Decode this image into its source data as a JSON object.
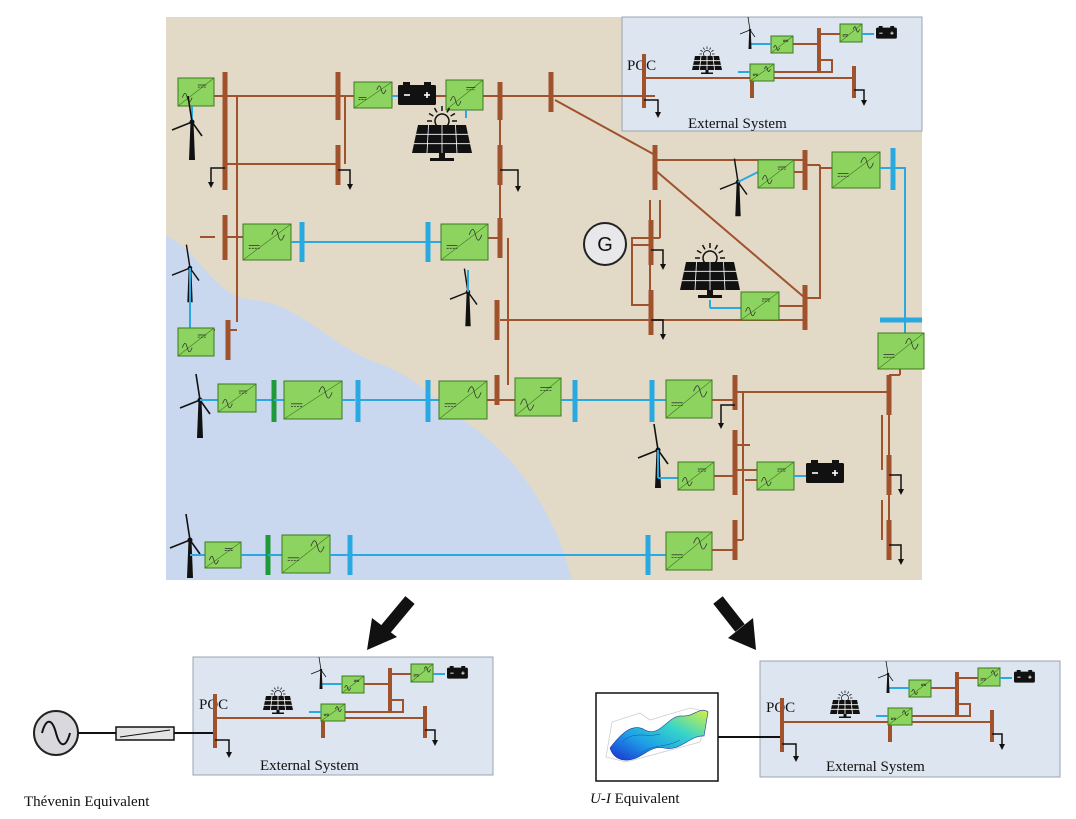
{
  "main_diagram": {
    "poc_label": "POC",
    "external_system_label": "External System",
    "generator_label": "G"
  },
  "thevenin_panel": {
    "poc_label": "POC",
    "external_system_label": "External System",
    "caption": "Thévenin Equivalent"
  },
  "ui_panel": {
    "poc_label": "POC",
    "external_system_label": "External System",
    "caption_italic": "U-I",
    "caption_rest": " Equivalent"
  },
  "colors": {
    "land": "#e2dac7",
    "sea": "#c9d8ee",
    "external_box": "#dde5f0",
    "line_ac": "#a0522d",
    "line_dc": "#2aa9e0",
    "bus_dc_green": "#1f9a3a",
    "converter": "#8dd35f",
    "converter_border": "#3c7a1e"
  }
}
